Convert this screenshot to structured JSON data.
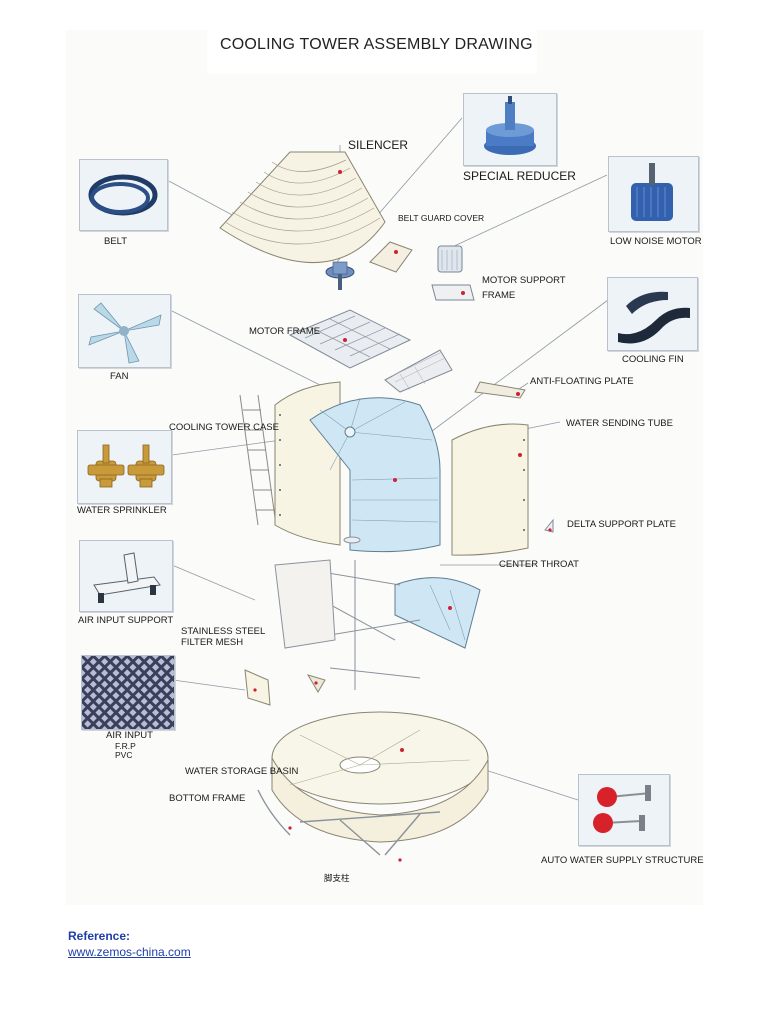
{
  "title": "COOLING TOWER  ASSEMBLY DRAWING",
  "parts": {
    "silencer": "SILENCER",
    "special_reducer": "SPECIAL REDUCER",
    "belt_guard_cover": "BELT GUARD COVER",
    "belt": "BELT",
    "low_noise_motor": "LOW NOISE MOTOR",
    "motor_support_frame_1": "MOTOR SUPPORT",
    "motor_support_frame_2": "FRAME",
    "motor_frame": "MOTOR FRAME",
    "cooling_fin": "COOLING FIN",
    "fan": "FAN",
    "anti_floating_plate": "ANTI-FLOATING PLATE",
    "water_sending_tube": "WATER SENDING TUBE",
    "cooling_tower_case": "COOLING TOWER CASE",
    "water_sprinkler": "WATER SPRINKLER",
    "delta_support_plate": "DELTA SUPPORT PLATE",
    "center_throat": "CENTER THROAT",
    "air_input_support": "AIR INPUT SUPPORT",
    "stainless_steel_1": "STAINLESS STEEL",
    "stainless_steel_2": "FILTER MESH",
    "air_input": "AIR INPUT",
    "frp": "F.R.P",
    "pvc": "PVC",
    "water_storage_basin": "WATER STORAGE BASIN",
    "bottom_frame": "BOTTOM FRAME",
    "auto_water_supply": "AUTO WATER SUPPLY STRUCTURE",
    "foot_pillar": "脚支柱"
  },
  "reference": {
    "label": "Reference:",
    "link": "www.zemos-china.com"
  }
}
